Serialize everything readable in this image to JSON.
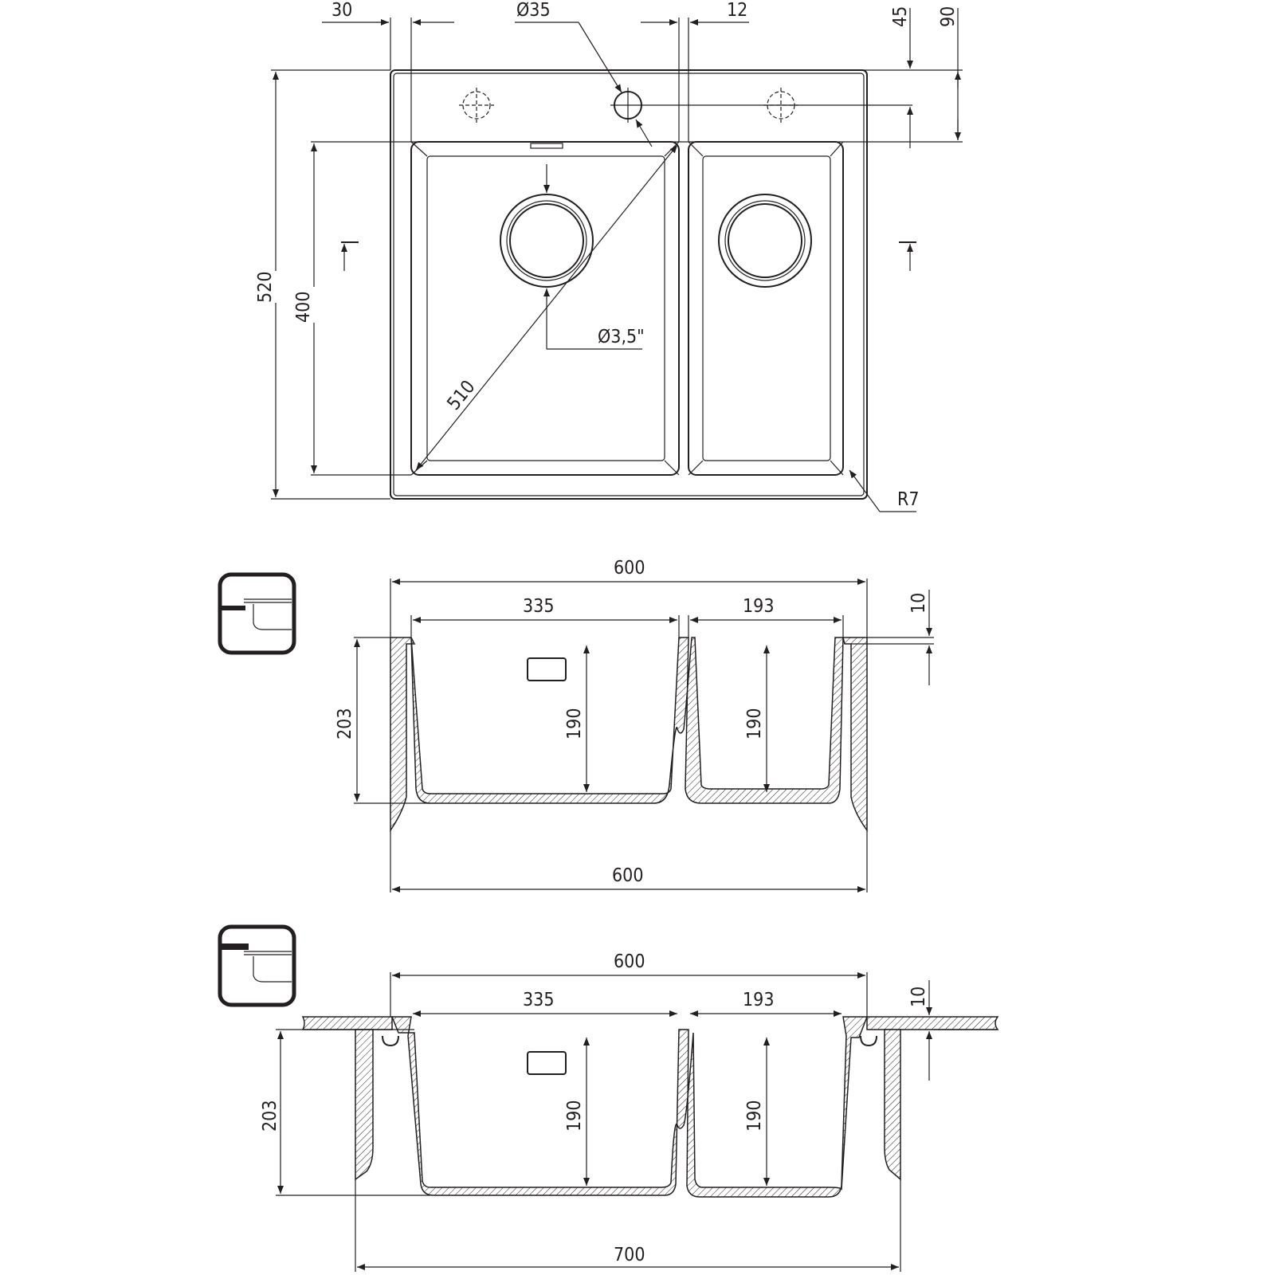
{
  "drawing": {
    "top_view": {
      "dim_30": "30",
      "dim_tap_hole": "Ø35",
      "dim_12": "12",
      "dim_45": "45",
      "dim_90": "90",
      "dim_520": "520",
      "dim_400": "400",
      "dim_510": "510",
      "dim_drain": "Ø3,5\"",
      "dim_radius": "R7"
    },
    "section_overmount": {
      "dim_600_top": "600",
      "dim_335": "335",
      "dim_193": "193",
      "dim_10": "10",
      "dim_203": "203",
      "dim_190_left": "190",
      "dim_190_right": "190",
      "dim_600_bottom": "600"
    },
    "section_undermount": {
      "dim_600_top": "600",
      "dim_335": "335",
      "dim_193": "193",
      "dim_10": "10",
      "dim_203": "203",
      "dim_190_left": "190",
      "dim_190_right": "190",
      "dim_700": "700"
    }
  }
}
